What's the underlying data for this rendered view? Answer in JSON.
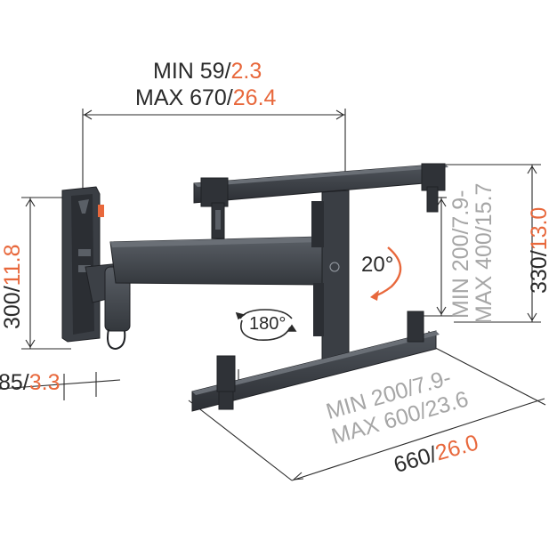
{
  "colors": {
    "mount_body": "#3c4046",
    "mount_dark": "#2b2e33",
    "mount_light": "#5a5f66",
    "dimension_line": "#2a2a2a",
    "metric_text": "#2a2a2a",
    "imperial_accent": "#e8683c",
    "range_text": "#a6a6a6",
    "hardware_orange": "#e8683c"
  },
  "dimensions": {
    "arm_extension": {
      "min_mm": "MIN 59/",
      "min_in": "2.3",
      "max_mm": "MAX 670/",
      "max_in": "26.4"
    },
    "wall_plate_height": {
      "mm": "300/",
      "in": "11.8"
    },
    "wall_plate_depth": {
      "mm": "85/",
      "in": "3.3"
    },
    "vertical_spacing": {
      "line1": "MIN 200/7.9-",
      "line2": "MAX 400/15.7"
    },
    "frame_height": {
      "mm": "330/",
      "in": "13.0"
    },
    "horizontal_spacing": {
      "line1": "MIN 200/7.9-",
      "line2_mm": "MAX 600/",
      "line2_in": "23.6"
    },
    "frame_width": {
      "mm": "660/",
      "in": "26.0"
    }
  },
  "motion": {
    "tilt_label": "20°",
    "swivel_label": "180°"
  },
  "icons": {
    "tilt": "curved-arrow-icon",
    "swivel": "rotate-arrows-icon"
  }
}
